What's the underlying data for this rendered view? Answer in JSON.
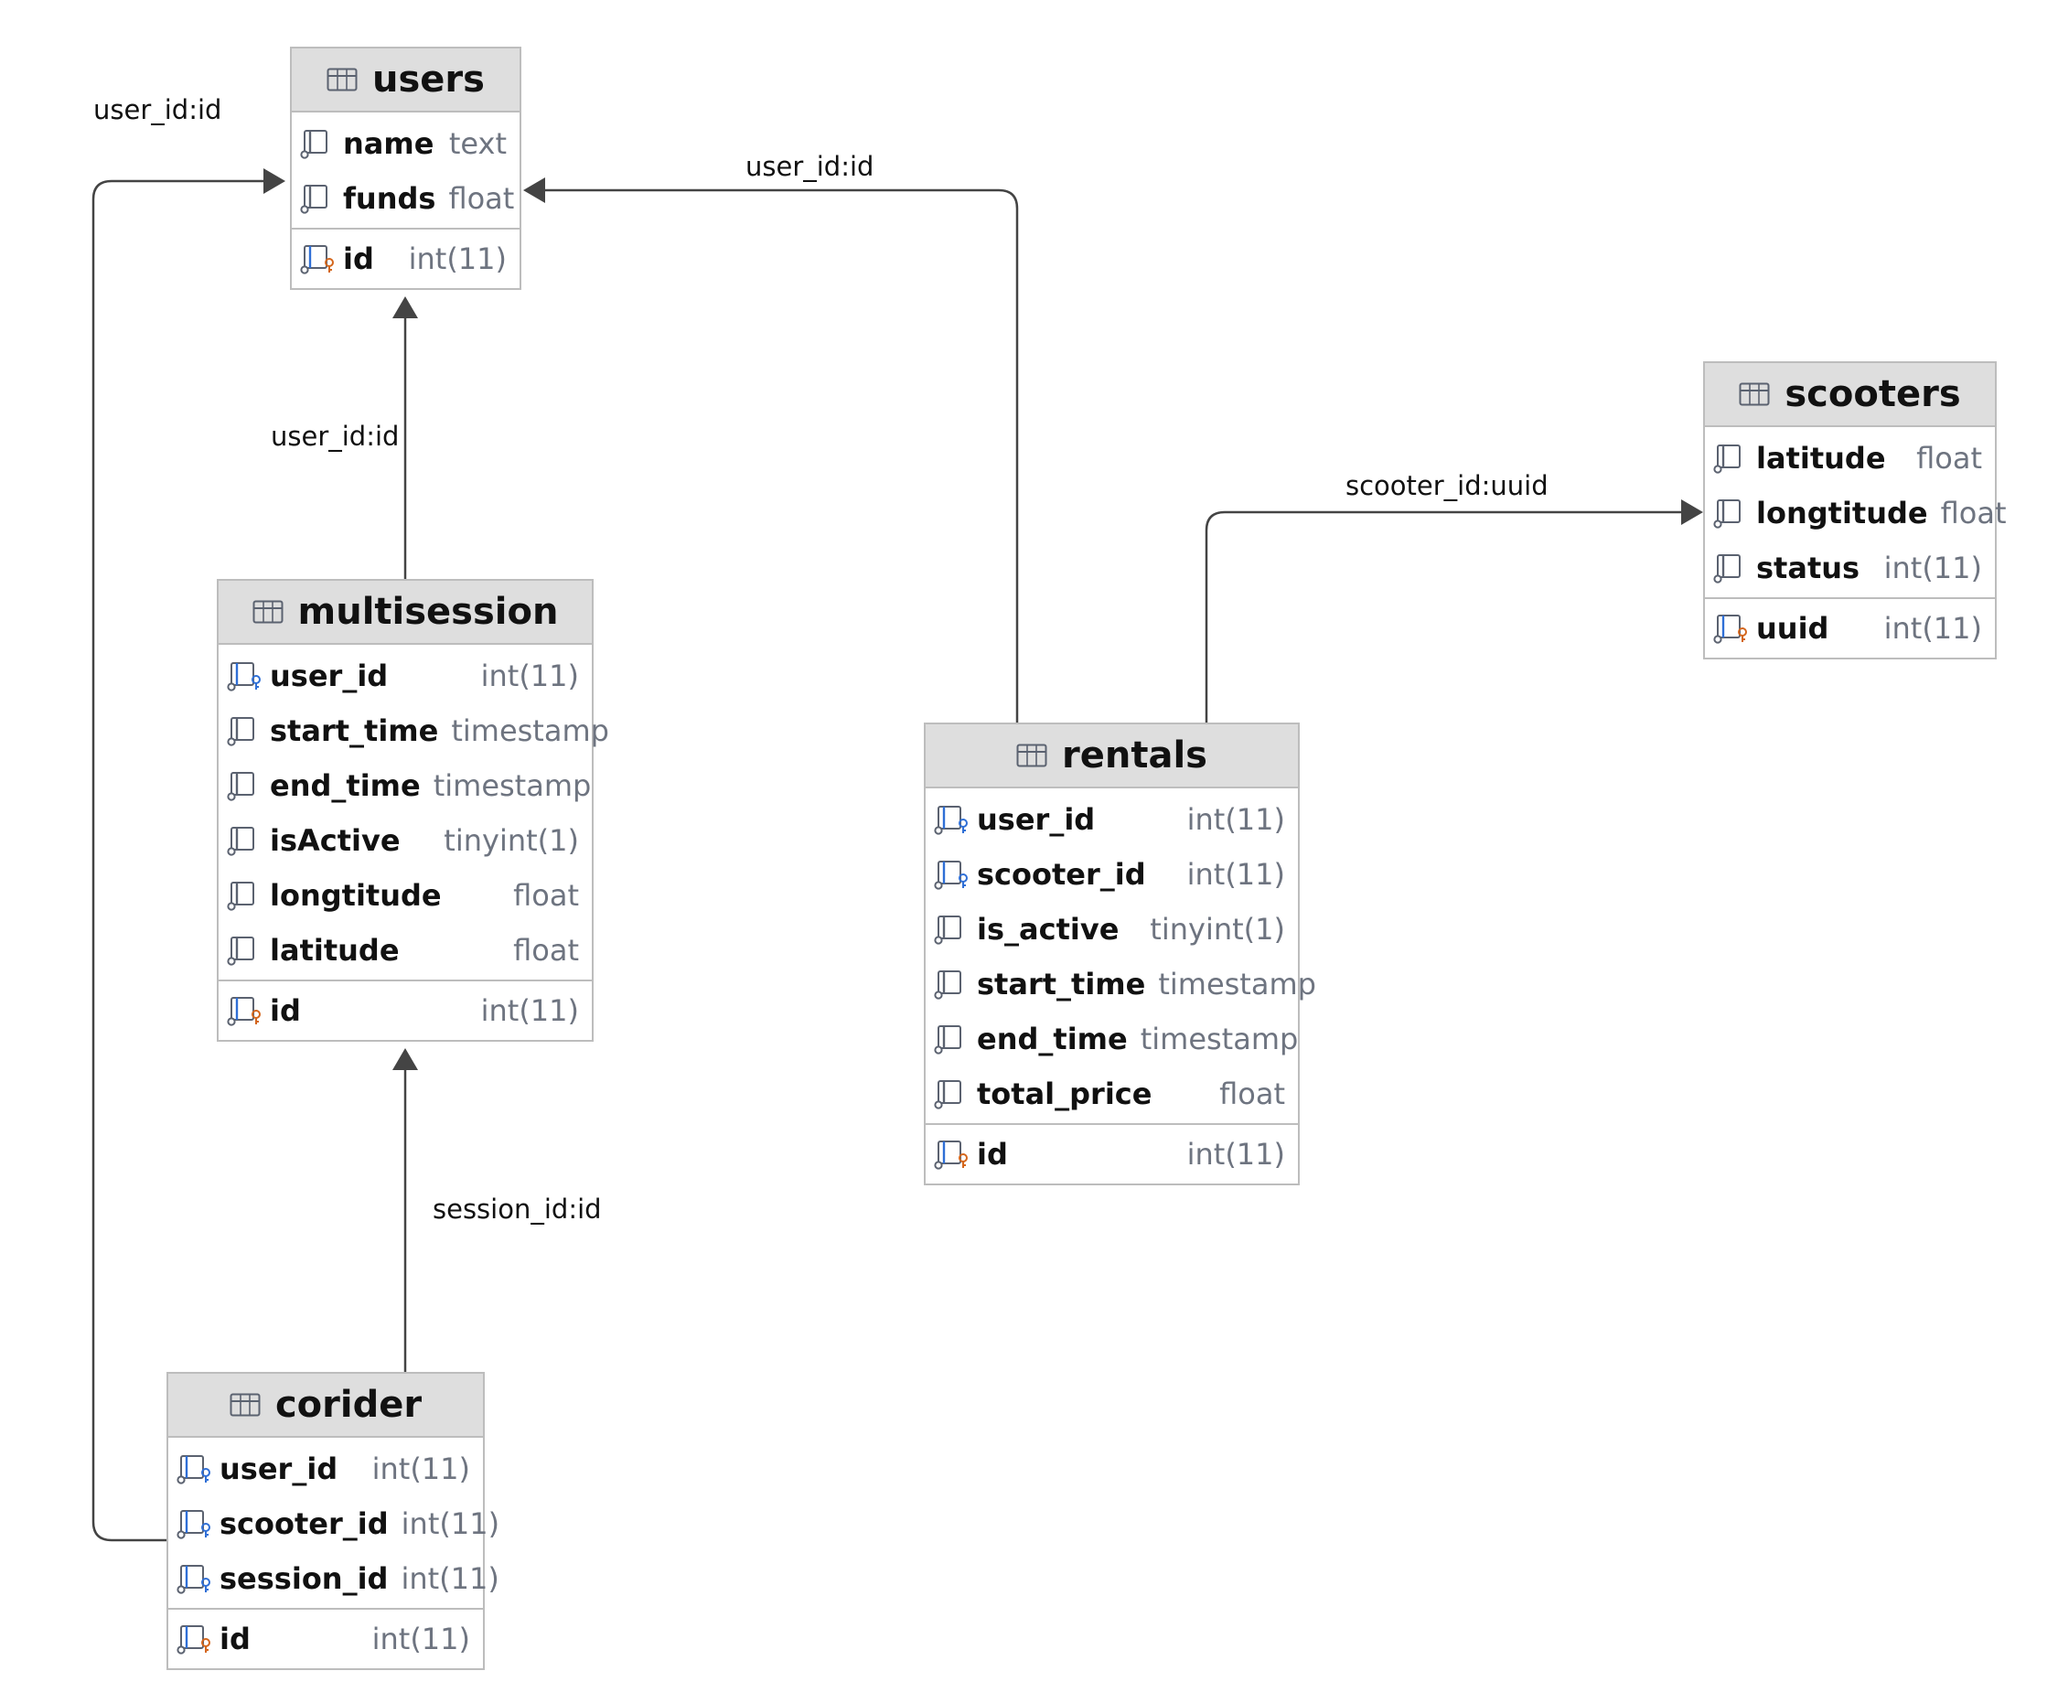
{
  "tables": [
    {
      "id": "users",
      "name": "users",
      "columns": [
        {
          "name": "name",
          "type": "text",
          "kind": "plain"
        },
        {
          "name": "funds",
          "type": "float",
          "kind": "plain"
        }
      ],
      "keys": [
        {
          "name": "id",
          "type": "int(11)",
          "kind": "pk"
        }
      ]
    },
    {
      "id": "scooters",
      "name": "scooters",
      "columns": [
        {
          "name": "latitude",
          "type": "float",
          "kind": "plain"
        },
        {
          "name": "longtitude",
          "type": "float",
          "kind": "plain"
        },
        {
          "name": "status",
          "type": "int(11)",
          "kind": "plain"
        }
      ],
      "keys": [
        {
          "name": "uuid",
          "type": "int(11)",
          "kind": "pk"
        }
      ]
    },
    {
      "id": "multisession",
      "name": "multisession",
      "columns": [
        {
          "name": "user_id",
          "type": "int(11)",
          "kind": "fk"
        },
        {
          "name": "start_time",
          "type": "timestamp",
          "kind": "plain"
        },
        {
          "name": "end_time",
          "type": "timestamp",
          "kind": "plain"
        },
        {
          "name": "isActive",
          "type": "tinyint(1)",
          "kind": "plain"
        },
        {
          "name": "longtitude",
          "type": "float",
          "kind": "plain"
        },
        {
          "name": "latitude",
          "type": "float",
          "kind": "plain"
        }
      ],
      "keys": [
        {
          "name": "id",
          "type": "int(11)",
          "kind": "pk"
        }
      ]
    },
    {
      "id": "rentals",
      "name": "rentals",
      "columns": [
        {
          "name": "user_id",
          "type": "int(11)",
          "kind": "fk"
        },
        {
          "name": "scooter_id",
          "type": "int(11)",
          "kind": "fk"
        },
        {
          "name": "is_active",
          "type": "tinyint(1)",
          "kind": "plain"
        },
        {
          "name": "start_time",
          "type": "timestamp",
          "kind": "plain"
        },
        {
          "name": "end_time",
          "type": "timestamp",
          "kind": "plain"
        },
        {
          "name": "total_price",
          "type": "float",
          "kind": "plain"
        }
      ],
      "keys": [
        {
          "name": "id",
          "type": "int(11)",
          "kind": "pk"
        }
      ]
    },
    {
      "id": "corider",
      "name": "corider",
      "columns": [
        {
          "name": "user_id",
          "type": "int(11)",
          "kind": "fk"
        },
        {
          "name": "scooter_id",
          "type": "int(11)",
          "kind": "fk"
        },
        {
          "name": "session_id",
          "type": "int(11)",
          "kind": "fk"
        }
      ],
      "keys": [
        {
          "name": "id",
          "type": "int(11)",
          "kind": "pk"
        }
      ]
    }
  ],
  "relations": [
    {
      "id": "corider-users",
      "from": "corider",
      "to": "users",
      "label": "user_id:id"
    },
    {
      "id": "rentals-users",
      "from": "rentals",
      "to": "users",
      "label": "user_id:id"
    },
    {
      "id": "multisession-users",
      "from": "multisession",
      "to": "users",
      "label": "user_id:id"
    },
    {
      "id": "rentals-scooters",
      "from": "rentals",
      "to": "scooters",
      "label": "scooter_id:uuid"
    },
    {
      "id": "corider-multisession",
      "from": "corider",
      "to": "multisession",
      "label": "session_id:id"
    }
  ],
  "colors": {
    "header": "#dedede",
    "border": "#bdbdbd",
    "edge": "#444444",
    "fk": "#2f6fd6",
    "pk": "#d4661c",
    "type": "#6e7480"
  }
}
